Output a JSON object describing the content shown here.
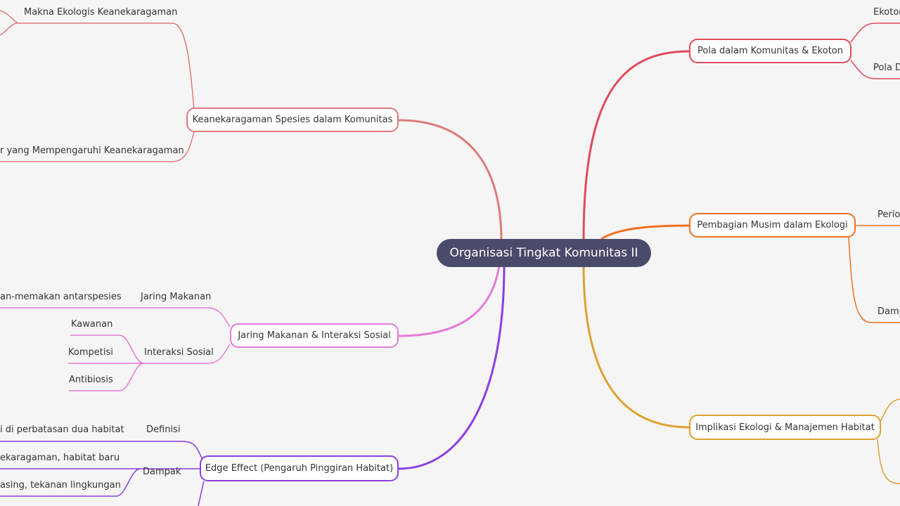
{
  "root": "Organisasi Tingkat Komunitas II",
  "colors": {
    "keanekaragaman": "#e07a7a",
    "jaring": "#e47ad6",
    "edge": "#8a3fe0",
    "pola": "#e04a5a",
    "musim": "#f07020",
    "implikasi": "#e0a030"
  },
  "branches": {
    "keanekaragaman": {
      "label": "Keanekaragaman Spesies dalam Komunitas",
      "children": [
        "Makna Ekologis Keanekaragaman",
        "r yang Mempengaruhi Keanekaragaman"
      ]
    },
    "jaring": {
      "label": "Jaring Makanan & Interaksi Sosial",
      "children": [
        {
          "label": "Jaring Makanan",
          "detail": "an-memakan antarspesies"
        },
        {
          "label": "Interaksi Sosial",
          "items": [
            "Kawanan",
            "Kompetisi",
            "Antibiosis"
          ]
        }
      ]
    },
    "edge": {
      "label": "Edge Effect (Pengaruh Pinggiran Habitat)",
      "children": [
        {
          "label": "Definisi",
          "detail": "i di perbatasan dua habitat"
        },
        {
          "label": "Dampak",
          "items": [
            "ekaragaman, habitat baru",
            "asing, tekanan lingkungan"
          ]
        }
      ]
    },
    "pola": {
      "label": "Pola dalam Komunitas & Ekoton",
      "children": [
        "Ekoton",
        "Pola D"
      ]
    },
    "musim": {
      "label": "Pembagian Musim dalam Ekologi",
      "children": [
        "Perio",
        "Damp"
      ]
    },
    "implikasi": {
      "label": "Implikasi Ekologi & Manajemen Habitat",
      "children": []
    }
  }
}
